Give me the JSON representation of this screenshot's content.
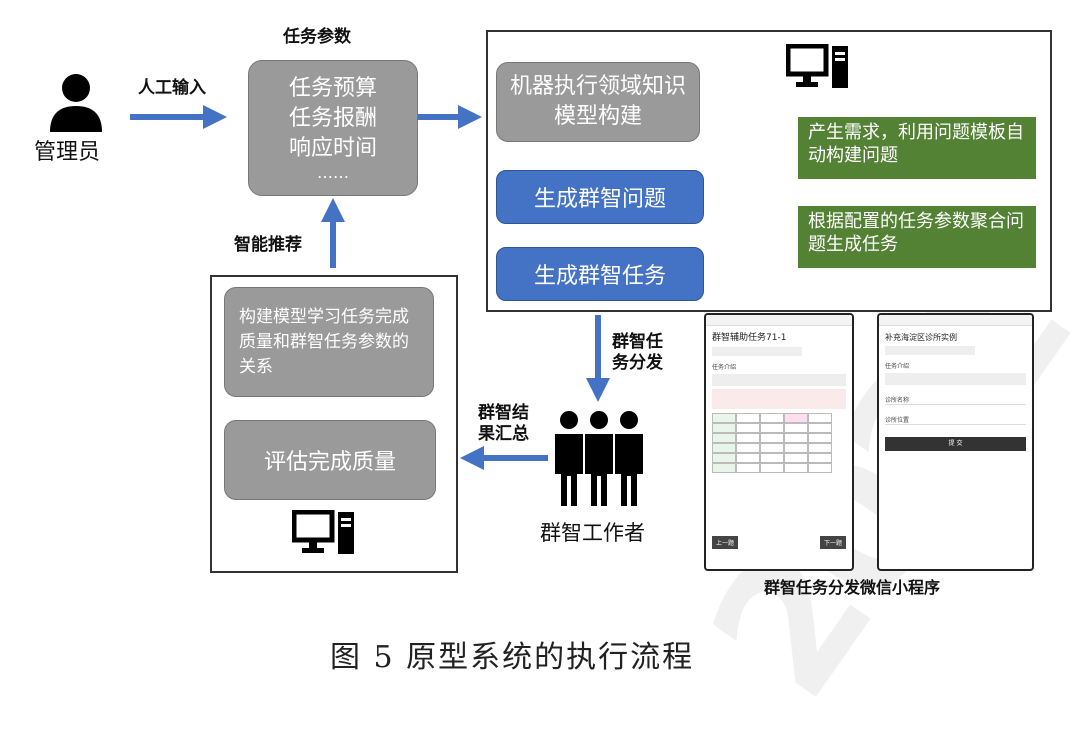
{
  "manager": {
    "label": "管理员",
    "icon": "person-icon"
  },
  "edges": {
    "manual_input": "人工输入",
    "task_params": "任务参数",
    "smart_recommend": "智能推荐",
    "crowd_dispatch": "群智任务分发",
    "result_summary": "群智结果汇总"
  },
  "param_box": {
    "lines": [
      "任务预算",
      "任务报酬",
      "响应时间",
      "……"
    ]
  },
  "system": {
    "knowledge_box": "机器执行领域知识模型构建",
    "gen_question": "生成群智问题",
    "gen_task": "生成群智任务",
    "note1": "产生需求，利用问题模板自动构建问题",
    "note2": "根据配置的任务参数聚合问题生成任务"
  },
  "eval": {
    "model_box": "构建模型学习任务完成质量和群智任务参数的关系",
    "quality_box": "评估完成质量"
  },
  "workers": {
    "label": "群智工作者",
    "icon": "group-icon"
  },
  "miniapp_caption": "群智任务分发微信小程序",
  "figure_caption": "图 5  原型系统的执行流程",
  "phone1": {
    "title": "群智辅助任务71-1",
    "intro": "任务介绍",
    "btn_prev": "上一题",
    "btn_next": "下一题"
  },
  "phone2": {
    "title": "补充海淀区诊所实例",
    "intro": "任务介绍",
    "f1": "诊所名称",
    "f2": "诊所位置",
    "submit": "提 交"
  },
  "watermark": "2021",
  "colors": {
    "blue": "#4472c4",
    "green": "#548235",
    "gray": "#9a9a9a"
  }
}
